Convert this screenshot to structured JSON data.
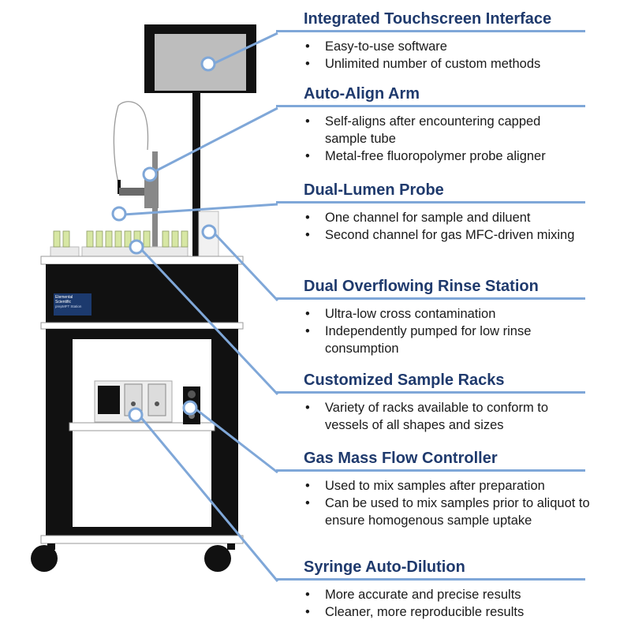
{
  "callouts": [
    {
      "title": "Integrated Touchscreen Interface",
      "bullets": [
        "Easy-to-use software",
        "Unlimited number of custom methods"
      ]
    },
    {
      "title": "Auto-Align Arm",
      "bullets": [
        "Self-aligns after encountering capped sample tube",
        "Metal-free fluoropolymer probe aligner"
      ]
    },
    {
      "title": "Dual-Lumen Probe",
      "bullets": [
        "One channel for sample and diluent",
        "Second channel for gas MFC-driven mixing"
      ]
    },
    {
      "title": "Dual Overflowing Rinse Station",
      "bullets": [
        "Ultra-low cross contamination",
        "Independently pumped for low rinse consumption"
      ]
    },
    {
      "title": "Customized Sample Racks",
      "bullets": [
        "Variety of racks available to conform to vessels of all shapes and sizes"
      ]
    },
    {
      "title": "Gas Mass Flow Controller",
      "bullets": [
        "Used to mix samples after preparation",
        "Can be used to mix samples prior to aliquot to ensure homogenous sample uptake"
      ]
    },
    {
      "title": "Syringe Auto-Dilution",
      "bullets": [
        "More accurate and precise results",
        "Cleaner, more reproducible results"
      ]
    }
  ],
  "cabinet_label": {
    "brand_line1": "Elemental",
    "brand_line2": "Scientific",
    "product": "prepMFT Station"
  },
  "bullet_glyph": "•",
  "colors": {
    "title": "#1f3a6d",
    "callout_line": "#7fa7d8",
    "cabinet": "#111111"
  }
}
